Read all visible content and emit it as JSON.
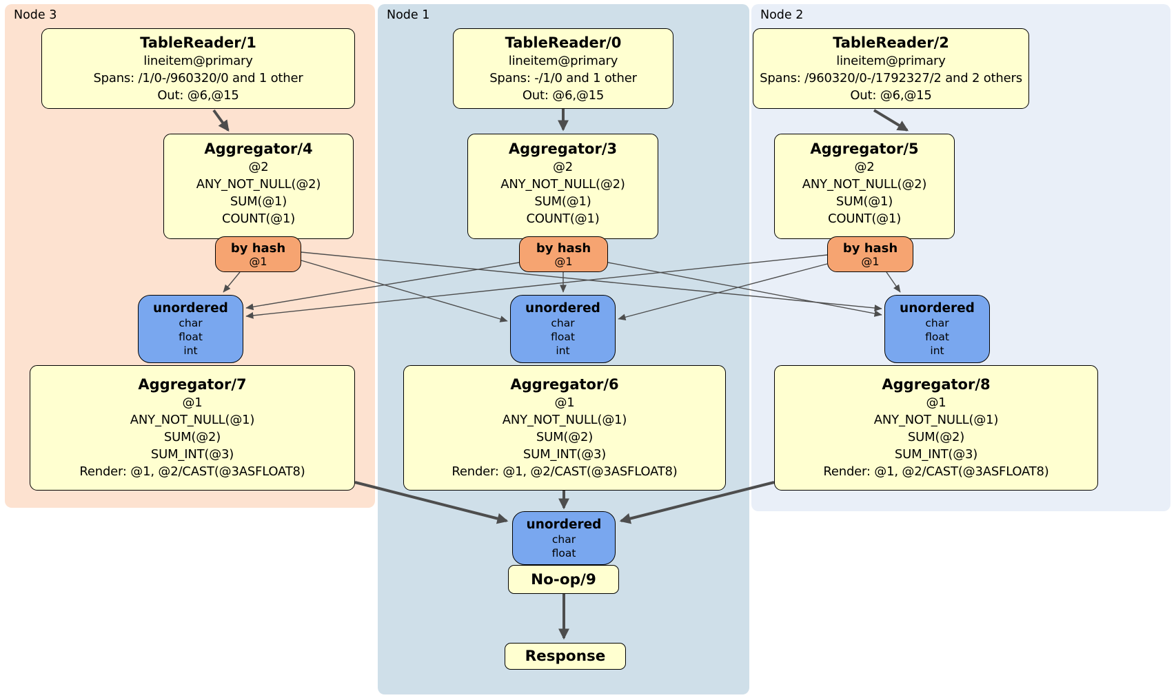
{
  "nodes": {
    "node3": {
      "label": "Node 3"
    },
    "node1": {
      "label": "Node 1"
    },
    "node2": {
      "label": "Node 2"
    }
  },
  "boxes": {
    "tr1": {
      "title": "TableReader/1",
      "lines": [
        "lineitem@primary",
        "Spans: /1/0-/960320/0 and 1 other",
        "Out: @6,@15"
      ]
    },
    "tr0": {
      "title": "TableReader/0",
      "lines": [
        "lineitem@primary",
        "Spans: -/1/0 and 1 other",
        "Out: @6,@15"
      ]
    },
    "tr2": {
      "title": "TableReader/2",
      "lines": [
        "lineitem@primary",
        "Spans: /960320/0-/1792327/2 and 2 others",
        "Out: @6,@15"
      ]
    },
    "agg4": {
      "title": "Aggregator/4",
      "lines": [
        "@2",
        "ANY_NOT_NULL(@2)",
        "SUM(@1)",
        "COUNT(@1)"
      ]
    },
    "agg3": {
      "title": "Aggregator/3",
      "lines": [
        "@2",
        "ANY_NOT_NULL(@2)",
        "SUM(@1)",
        "COUNT(@1)"
      ]
    },
    "agg5": {
      "title": "Aggregator/5",
      "lines": [
        "@2",
        "ANY_NOT_NULL(@2)",
        "SUM(@1)",
        "COUNT(@1)"
      ]
    },
    "agg7": {
      "title": "Aggregator/7",
      "lines": [
        "@1",
        "ANY_NOT_NULL(@1)",
        "SUM(@2)",
        "SUM_INT(@3)",
        "Render: @1, @2/CAST(@3ASFLOAT8)"
      ]
    },
    "agg6": {
      "title": "Aggregator/6",
      "lines": [
        "@1",
        "ANY_NOT_NULL(@1)",
        "SUM(@2)",
        "SUM_INT(@3)",
        "Render: @1, @2/CAST(@3ASFLOAT8)"
      ]
    },
    "agg8": {
      "title": "Aggregator/8",
      "lines": [
        "@1",
        "ANY_NOT_NULL(@1)",
        "SUM(@2)",
        "SUM_INT(@3)",
        "Render: @1, @2/CAST(@3ASFLOAT8)"
      ]
    }
  },
  "routers": {
    "left": {
      "title": "by hash",
      "sub": "@1"
    },
    "middle": {
      "title": "by hash",
      "sub": "@1"
    },
    "right": {
      "title": "by hash",
      "sub": "@1"
    }
  },
  "syncs": {
    "left": {
      "title": "unordered",
      "lines": [
        "char",
        "float",
        "int"
      ]
    },
    "middle": {
      "title": "unordered",
      "lines": [
        "char",
        "float",
        "int"
      ]
    },
    "right": {
      "title": "unordered",
      "lines": [
        "char",
        "float",
        "int"
      ]
    },
    "final": {
      "title": "unordered",
      "lines": [
        "char",
        "float"
      ]
    }
  },
  "terminals": {
    "noop": "No-op/9",
    "response": "Response"
  },
  "colors": {
    "node3_bg": "#fde2d0",
    "node1_bg": "#cfdfe9",
    "node2_bg": "#e9eff8",
    "processor_bg": "#ffffd0",
    "router_bg": "#f6a471",
    "sync_bg": "#79a7ef",
    "edge": "#4d4d4d",
    "border": "#000000"
  }
}
